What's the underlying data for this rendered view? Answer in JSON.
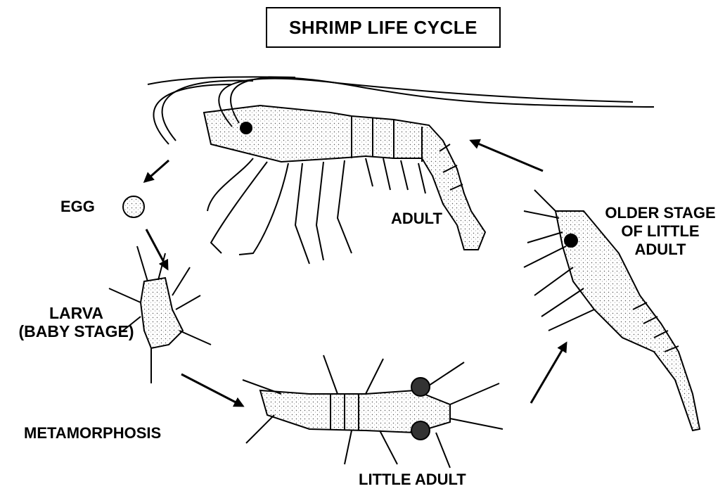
{
  "title": "SHRIMP LIFE CYCLE",
  "stages": {
    "adult": "ADULT",
    "egg": "EGG",
    "larva_line1": "LARVA",
    "larva_line2": "(BABY STAGE)",
    "metamorphosis": "METAMORPHOSIS",
    "little_adult": "LITTLE  ADULT",
    "older_line1": "OLDER STAGE",
    "older_line2": "OF LITTLE",
    "older_line3": "ADULT"
  },
  "colors": {
    "ink": "#000000",
    "background": "#ffffff"
  }
}
